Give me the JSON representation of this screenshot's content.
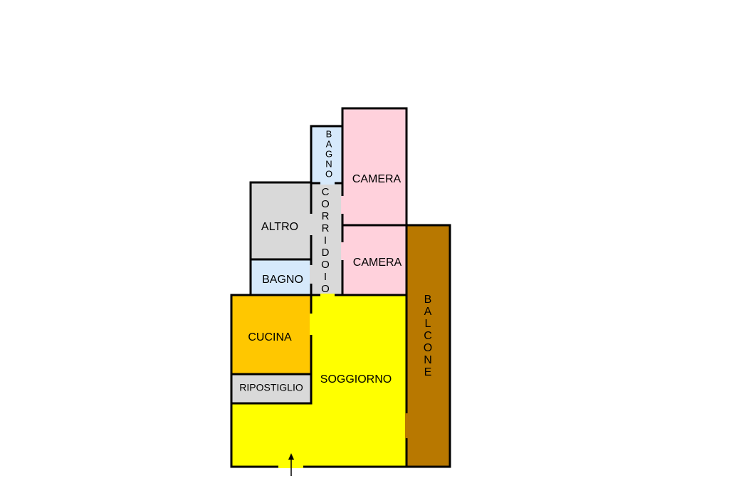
{
  "rooms": {
    "camera_top": {
      "label": "CAMERA",
      "color": "#ffd1dc"
    },
    "camera_mid": {
      "label": "CAMERA",
      "color": "#ffd1dc"
    },
    "bagno_top": {
      "label": "BAGNO",
      "color": "#d6e9fb"
    },
    "corridoio": {
      "label": "CORRIDOIO",
      "color": "#d9d9d9"
    },
    "altro": {
      "label": "ALTRO",
      "color": "#d9d9d9"
    },
    "bagno_small": {
      "label": "BAGNO",
      "color": "#d6e9fb"
    },
    "cucina": {
      "label": "CUCINA",
      "color": "#ffc700"
    },
    "ripostiglio": {
      "label": "RIPOSTIGLIO",
      "color": "#d9d9d9"
    },
    "soggiorno": {
      "label": "SOGGIORNO",
      "color": "#ffff00"
    },
    "balcone": {
      "label": "BALCONE",
      "color": "#b87800"
    }
  },
  "entrance_symbol": "↑"
}
